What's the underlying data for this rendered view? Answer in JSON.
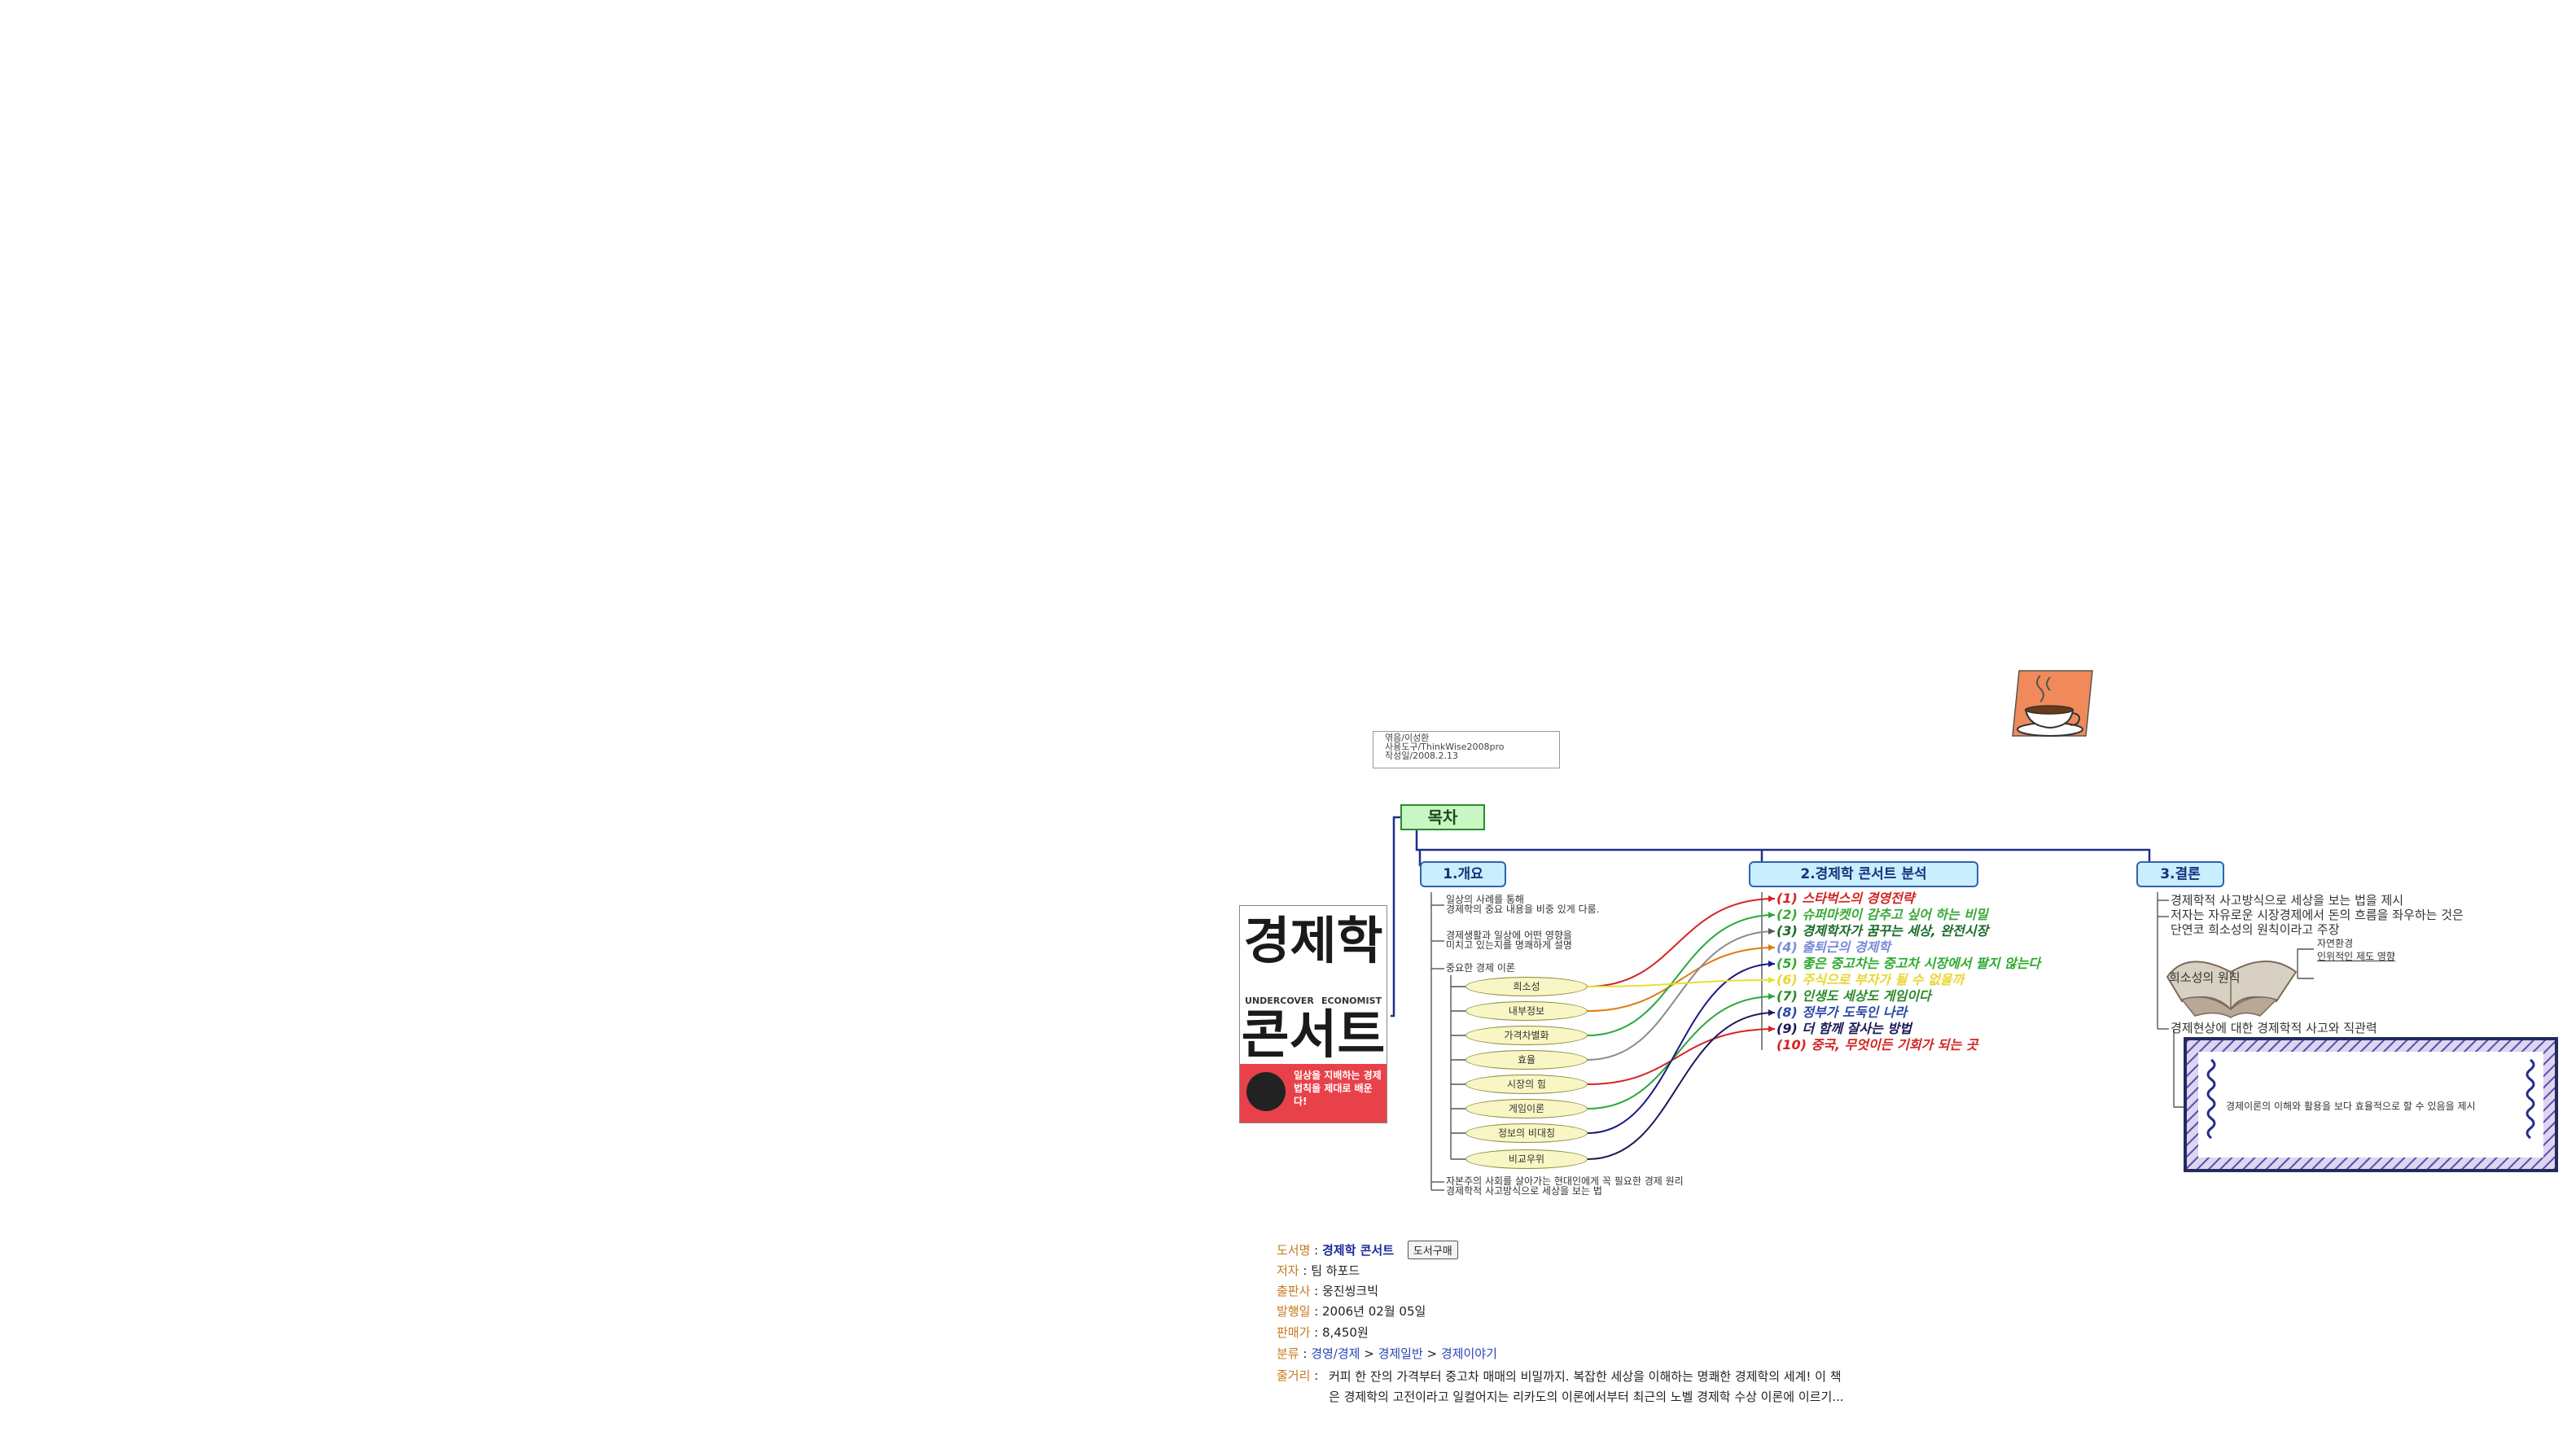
{
  "meta": [
    "엮음/이성환",
    "사용도구/ThinkWise2008pro",
    "작성일/2008.2.13"
  ],
  "toc_label": "목차",
  "sections": [
    {
      "label": "1.개요"
    },
    {
      "label": "2.경제학 콘서트 분석"
    },
    {
      "label": "3.결론"
    }
  ],
  "overview": {
    "line1a": "일상의 사례를 통해",
    "line1b": "경제학의 중요 내용을 비중 있게 다룸.",
    "line2a": "경제생활과 일상에 어떤 영향을",
    "line2b": "미치고 있는지를 명쾌하게 설명",
    "theory_label": "중요한 경제 이론",
    "theories": [
      "희소성",
      "내부정보",
      "가격차별화",
      "효율",
      "시장의 힘",
      "게임이론",
      "정보의 비대칭",
      "비교우위"
    ],
    "line3a": "자본주의 사회를 살아가는 현대인에게 꼭 필요한 경제 원리",
    "line3b": "경제학적 사고방식으로 세상을 보는 법"
  },
  "chapters": [
    {
      "label": "(1) 스타벅스의 경영전략",
      "color": "#d42424"
    },
    {
      "label": "(2) 슈퍼마켓이 감추고 싶어 하는 비밀",
      "color": "#3aa83a"
    },
    {
      "label": "(3) 경제학자가 꿈꾸는 세상, 완전시장",
      "color": "#1a6a2a"
    },
    {
      "label": "(4) 출퇴근의 경제학",
      "color": "#7a8ad8"
    },
    {
      "label": "(5) 좋은 중고차는 중고차 시장에서 팔지 않는다",
      "color": "#2eaa2e"
    },
    {
      "label": "(6) 주식으로 부자가 될 수 없을까",
      "color": "#e8d630"
    },
    {
      "label": "(7) 인생도 세상도 게임이다",
      "color": "#2a8a2a"
    },
    {
      "label": "(8) 정부가 도둑인 나라",
      "color": "#2a4aa8"
    },
    {
      "label": "(9) 더 함께 잘사는 방법",
      "color": "#1a1a5a"
    },
    {
      "label": "(10) 중국, 무엇이든 기회가 되는 곳",
      "color": "#d42424"
    }
  ],
  "conclusion": {
    "line1": "경제학적 사고방식으로 세상을 보는 법을 제시",
    "line2": "저자는 자유로운 시장경제에서 돈의 흐름을 좌우하는 것은",
    "line3": "단연코 희소성의 원칙이라고 주장",
    "scarcity_label": "희소성의 원칙",
    "sub1": "자연환경",
    "sub2": "인위적인 제도 영향",
    "line4": "경제현상에 대한 경제학적 사고와 직관력",
    "box_text": "경제이론의 이해와 활용을 보다 효율적으로 할 수 있음을 제시"
  },
  "book_cover": {
    "title_top": "경제학",
    "title_bottom": "콘서트",
    "eng_left": "UNDERCOVER",
    "eng_right": "ECONOMIST",
    "banner": "일상을 지배하는 경제 법칙을 제대로 배운다!"
  },
  "info": {
    "title_label": "도서명",
    "title": "경제학 콘서트",
    "buy_button": "도서구매",
    "author_label": "저자",
    "author": "팀 하포드",
    "publisher_label": "출판사",
    "publisher": "웅진씽크빅",
    "date_label": "발행일",
    "date": "2006년 02월 05일",
    "price_label": "판매가",
    "price": "8,450원",
    "category_label": "분류",
    "cat1": "경영/경제",
    "cat2": "경제일반",
    "cat3": "경제이야기",
    "summary_label": "줄거리",
    "summary": "커피 한 잔의 가격부터 중고차 매매의 비밀까지. 복잡한 세상을 이해하는 명쾌한 경제학의 세계! 이 책은 경제학의 고전이라고 일컬어지는 리카도의 이론에서부터 최근의 노벨 경제학 수상 이론에 이르기..."
  }
}
